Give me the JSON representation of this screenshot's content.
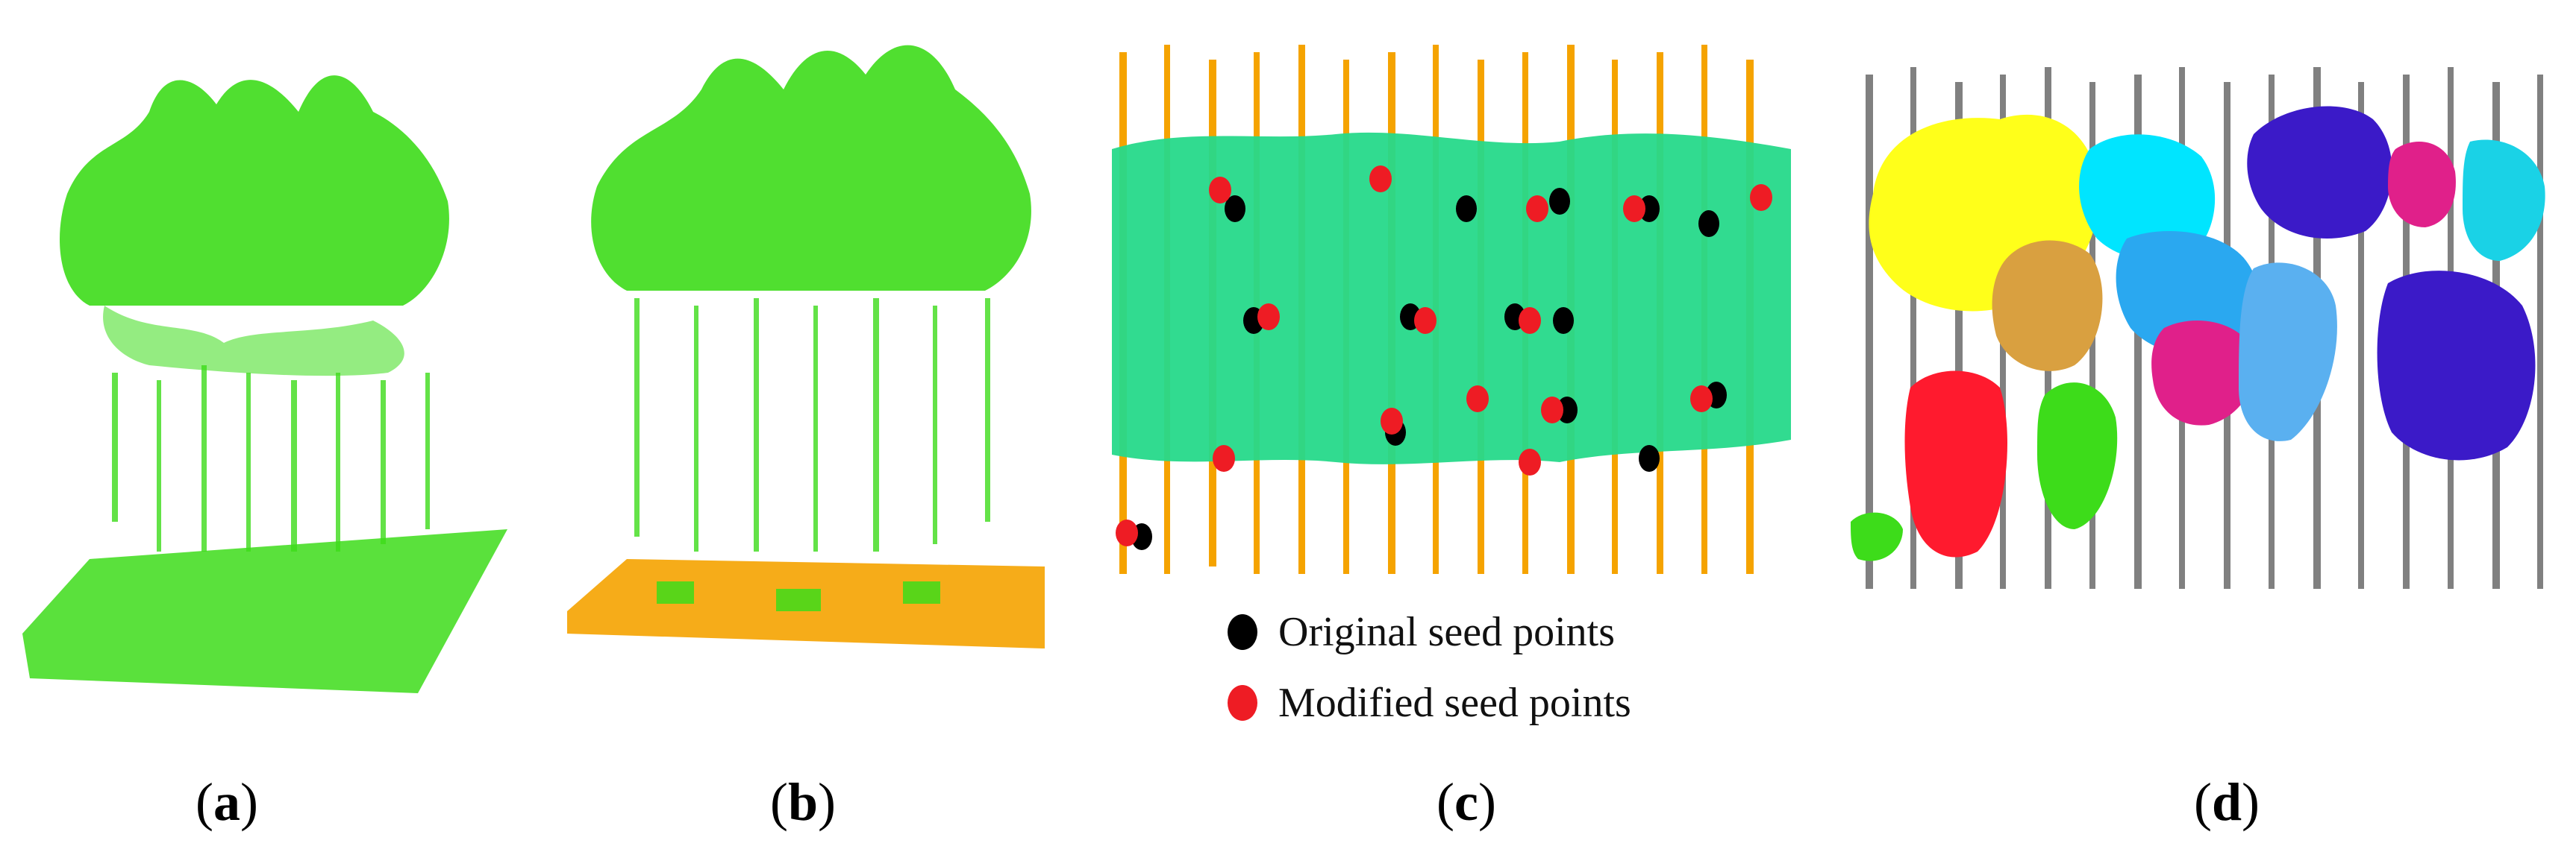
{
  "colors": {
    "vegetation_green": "#3ddc1a",
    "ground_orange": "#f5a300",
    "canopy_teal": "#26d98a",
    "original_seed": "#000000",
    "modified_seed": "#ee1c24",
    "stem_gray": "#808080",
    "segment_colors": [
      "#ffff1a",
      "#d9a040",
      "#00e5ff",
      "#3b1ac8",
      "#e0208a",
      "#ff1a2e",
      "#3ddc1a",
      "#5ab0f0",
      "#1ad2e6"
    ]
  },
  "panels": [
    {
      "label": "a",
      "name": "raw-point-cloud"
    },
    {
      "label": "b",
      "name": "ground-filtered-point-cloud"
    },
    {
      "label": "c",
      "name": "seed-points"
    },
    {
      "label": "d",
      "name": "segmented-trees"
    }
  ],
  "legend": {
    "original_label": "Original seed points",
    "modified_label": "Modified seed points"
  },
  "captions": {
    "a": "a",
    "b": "b",
    "c": "c",
    "d": "d"
  }
}
